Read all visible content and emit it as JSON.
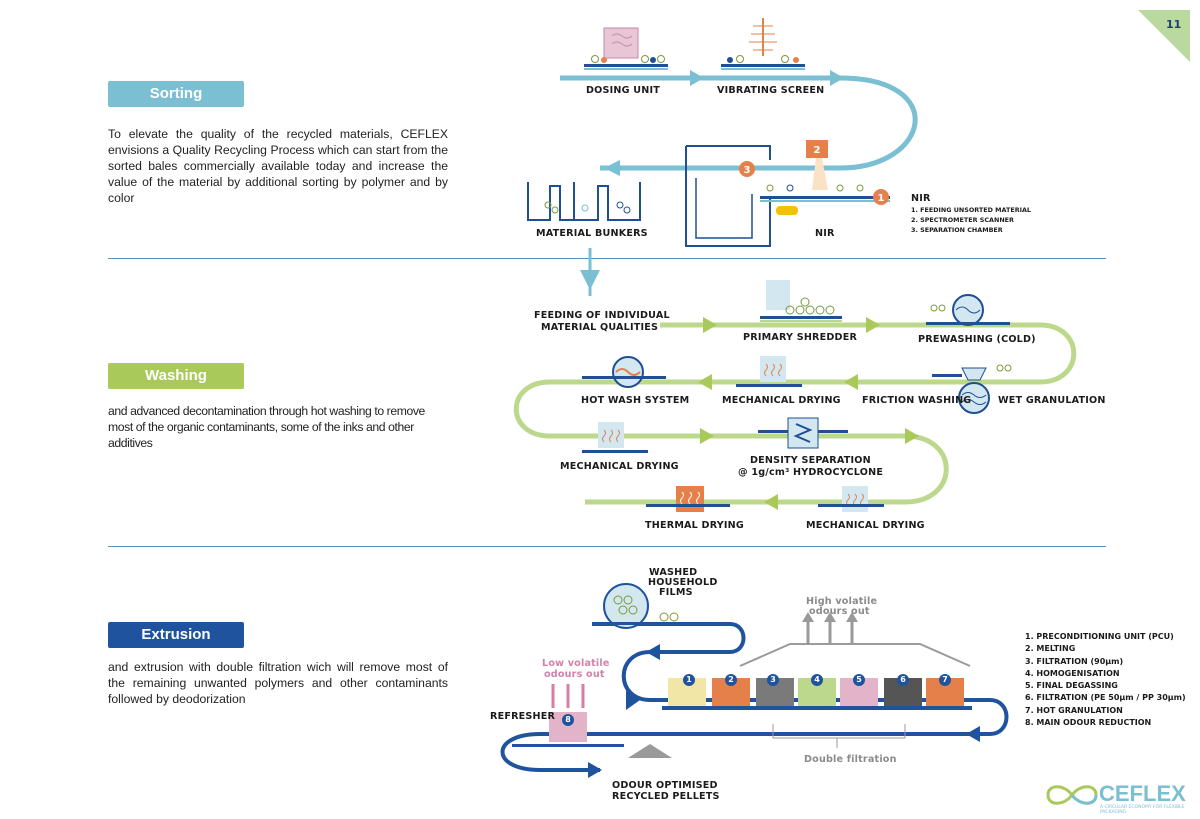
{
  "page_number": "11",
  "sections": {
    "sorting": {
      "title": "Sorting",
      "text": "To elevate the quality of the recycled materials, CEFLEX envisions a Quality Recycling Process which can start from the sorted bales commercially available today and increase the value of the material by additional sorting by polymer and by color"
    },
    "washing": {
      "title": "Washing",
      "text": "and advanced decontamination through hot washing to remove most of the organic contaminants, some of the inks and other additives"
    },
    "extrusion": {
      "title": "Extrusion",
      "text": "and extrusion with double filtration wich will remove most of the remaining unwanted polymers and other contaminants followed by deodorization"
    }
  },
  "sorting_diagram": {
    "dosing_unit": "DOSING UNIT",
    "vibrating_screen": "VIBRATING SCREEN",
    "material_bunkers": "MATERIAL BUNKERS",
    "nir": "NIR",
    "nir_legend_title": "NIR",
    "nir_legend": [
      "1. FEEDING UNSORTED MATERIAL",
      "2. SPECTROMETER SCANNER",
      "3. SEPARATION CHAMBER"
    ],
    "markers": [
      "1",
      "2",
      "3"
    ]
  },
  "washing_diagram": {
    "feeding_line1": "FEEDING OF INDIVIDUAL",
    "feeding_line2": "MATERIAL QUALITIES",
    "primary_shredder": "PRIMARY SHREDDER",
    "prewashing": "PREWASHING (COLD)",
    "friction_washing": "FRICTION WASHING",
    "wet_granulation": "WET GRANULATION",
    "mechanical_drying_1": "MECHANICAL DRYING",
    "hot_wash_system": "HOT WASH SYSTEM",
    "mechanical_drying_2": "MECHANICAL DRYING",
    "density_line1": "DENSITY SEPARATION",
    "density_line2": "@ 1g/cm³ HYDROCYCLONE",
    "thermal_drying": "THERMAL DRYING",
    "mechanical_drying_3": "MECHANICAL DRYING"
  },
  "extrusion_diagram": {
    "washed_line1": "WASHED",
    "washed_line2": "HOUSEHOLD",
    "washed_line3": "FILMS",
    "high_volatile_line1": "High volatile",
    "high_volatile_line2": "odours out",
    "low_volatile_line1": "Low volatile",
    "low_volatile_line2": "odours out",
    "refresher": "REFRESHER",
    "double_filtration": "Double filtration",
    "pellets_line1": "ODOUR OPTIMISED",
    "pellets_line2": "RECYCLED PELLETS",
    "steps": [
      "1",
      "2",
      "3",
      "4",
      "5",
      "6",
      "7"
    ],
    "refresher_step": "8",
    "legend": [
      "1.  PRECONDITIONING UNIT (PCU)",
      "2.  MELTING",
      "3.  FILTRATION (90µm)",
      "4.  HOMOGENISATION",
      "5.  FINAL DEGASSING",
      "6.  FILTRATION (PE 50µm / PP 30µm)",
      "7.  HOT GRANULATION",
      "8.  MAIN ODOUR REDUCTION"
    ]
  },
  "logo": {
    "name": "CEFLEX",
    "tagline": "A CIRCULAR ECONOMY FOR FLEXIBLE PACKAGING"
  },
  "colors": {
    "sorting": "#7bbfd3",
    "washing": "#a9c95a",
    "extrusion": "#20539e",
    "divider": "#5b8fb4",
    "accent_orange": "#e5804a"
  }
}
